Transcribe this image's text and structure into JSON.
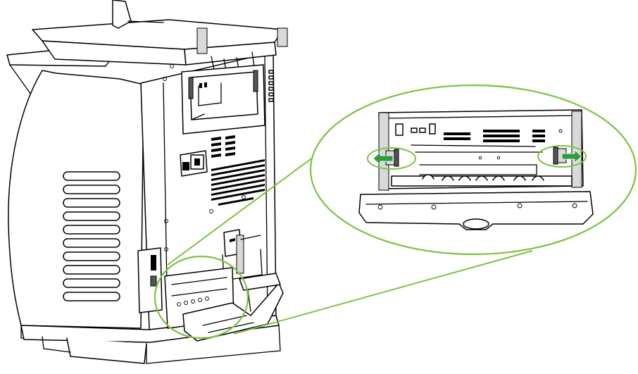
{
  "figure": {
    "subject": "printer-rear-view",
    "callout_color": "#7dc242",
    "arrow_color": "#2e9e3a",
    "icons": {
      "device": "multifunction-printer-rear",
      "zoom": "zoom-callout-ellipse",
      "tabs": "release-tab-left-right",
      "arrows": "double-outward-arrow"
    }
  }
}
